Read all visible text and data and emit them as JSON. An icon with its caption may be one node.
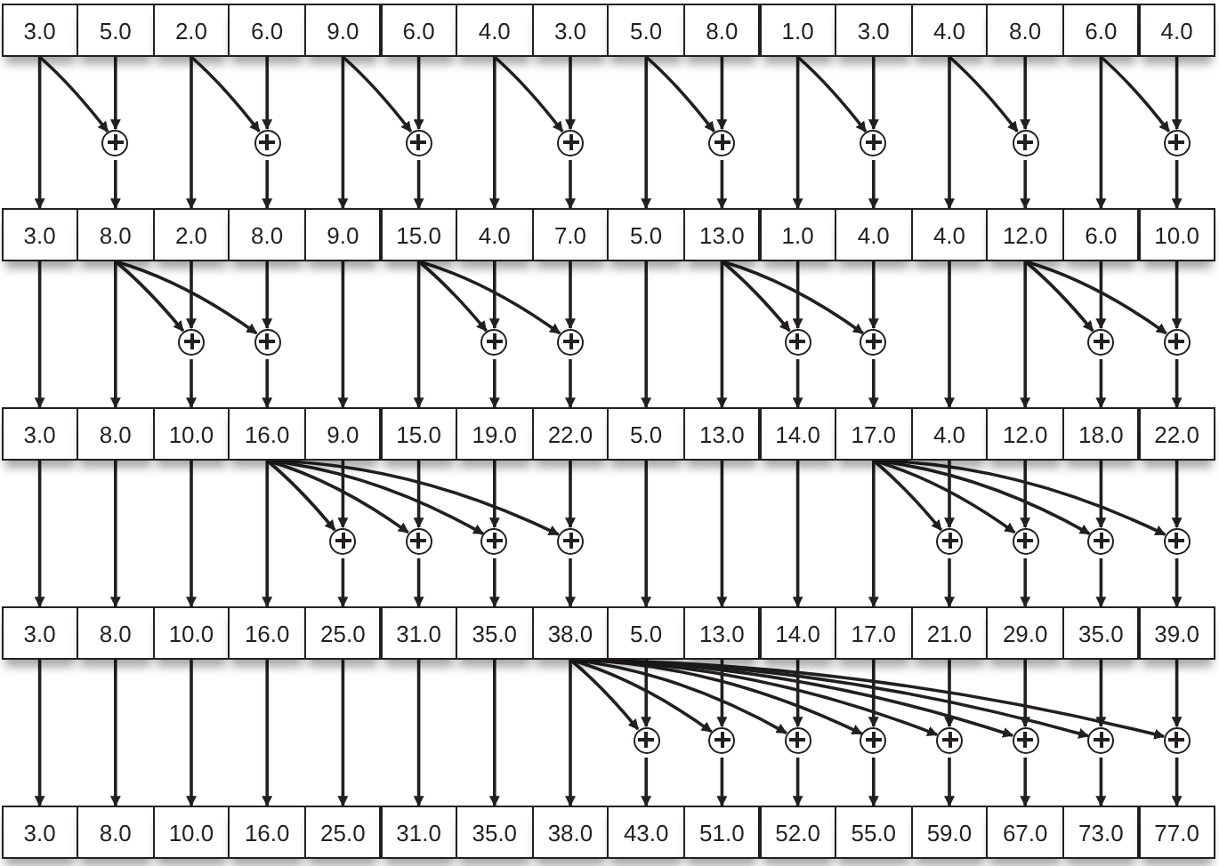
{
  "diagram": {
    "nodes": [
      {
        "text": [
          "3.0"
        ]
      },
      {
        "text": [
          "5.0"
        ]
      },
      {
        "text": [
          "2.0"
        ]
      },
      {
        "text": [
          "6.0"
        ]
      },
      {
        "text": [
          "9.0"
        ]
      },
      {
        "text": [
          "6.0"
        ]
      },
      {
        "text": [
          "4.0"
        ]
      },
      {
        "text": [
          "3.0"
        ]
      },
      {
        "text": [
          "5.0"
        ]
      },
      {
        "text": [
          "8.0"
        ]
      },
      {
        "text": [
          "1.0"
        ]
      },
      {
        "text": [
          "3.0"
        ]
      },
      {
        "text": [
          "4.0"
        ]
      },
      {
        "text": [
          "8.0"
        ]
      },
      {
        "text": [
          "6.0"
        ]
      },
      {
        "text": [
          "4.0"
        ]
      },
      {
        "text": [],
        "shape": "circle"
      },
      {
        "text": [],
        "shape": "circle"
      },
      {
        "text": [],
        "shape": "circle"
      },
      {
        "text": [],
        "shape": "circle"
      },
      {
        "text": [],
        "shape": "circle"
      },
      {
        "text": [],
        "shape": "circle"
      },
      {
        "text": [],
        "shape": "circle"
      },
      {
        "text": [],
        "shape": "circle"
      },
      {
        "text": [
          "3.0"
        ]
      },
      {
        "text": [
          "8.0"
        ]
      },
      {
        "text": [
          "2.0"
        ]
      },
      {
        "text": [
          "8.0"
        ]
      },
      {
        "text": [
          "9.0"
        ]
      },
      {
        "text": [
          "15.0"
        ]
      },
      {
        "text": [
          "4.0"
        ]
      },
      {
        "text": [
          "7.0"
        ]
      },
      {
        "text": [
          "5.0"
        ]
      },
      {
        "text": [
          "13.0"
        ]
      },
      {
        "text": [
          "1.0"
        ]
      },
      {
        "text": [
          "4.0"
        ]
      },
      {
        "text": [
          "4.0"
        ]
      },
      {
        "text": [
          "12.0"
        ]
      },
      {
        "text": [
          "6.0"
        ]
      },
      {
        "text": [
          "10.0"
        ]
      },
      {
        "text": [],
        "shape": "circle"
      },
      {
        "text": [],
        "shape": "circle"
      },
      {
        "text": [],
        "shape": "circle"
      },
      {
        "text": [],
        "shape": "circle"
      },
      {
        "text": [],
        "shape": "circle"
      },
      {
        "text": [],
        "shape": "circle"
      },
      {
        "text": [],
        "shape": "circle"
      },
      {
        "text": [],
        "shape": "circle"
      },
      {
        "text": [
          "3.0"
        ]
      },
      {
        "text": [
          "8.0"
        ]
      },
      {
        "text": [
          "10.0"
        ]
      },
      {
        "text": [
          "16.0"
        ]
      },
      {
        "text": [
          "9.0"
        ]
      },
      {
        "text": [
          "15.0"
        ]
      },
      {
        "text": [
          "19.0"
        ]
      },
      {
        "text": [
          "22.0"
        ]
      },
      {
        "text": [
          "5.0"
        ]
      },
      {
        "text": [
          "13.0"
        ]
      },
      {
        "text": [
          "14.0"
        ]
      },
      {
        "text": [
          "17.0"
        ]
      },
      {
        "text": [
          "4.0"
        ]
      },
      {
        "text": [
          "12.0"
        ]
      },
      {
        "text": [
          "18.0"
        ]
      },
      {
        "text": [
          "22.0"
        ]
      },
      {
        "text": [],
        "shape": "circle"
      },
      {
        "text": [],
        "shape": "circle"
      },
      {
        "text": [],
        "shape": "circle"
      },
      {
        "text": [],
        "shape": "circle"
      },
      {
        "text": [],
        "shape": "circle"
      },
      {
        "text": [],
        "shape": "circle"
      },
      {
        "text": [],
        "shape": "circle"
      },
      {
        "text": [],
        "shape": "circle"
      },
      {
        "text": [
          "3.0"
        ]
      },
      {
        "text": [
          "8.0"
        ]
      },
      {
        "text": [
          "10.0"
        ]
      },
      {
        "text": [
          "16.0"
        ]
      },
      {
        "text": [
          "25.0"
        ]
      },
      {
        "text": [
          "31.0"
        ]
      },
      {
        "text": [
          "35.0"
        ]
      },
      {
        "text": [
          "38.0"
        ]
      },
      {
        "text": [
          "5.0"
        ]
      },
      {
        "text": [
          "13.0"
        ]
      },
      {
        "text": [
          "14.0"
        ]
      },
      {
        "text": [
          "17.0"
        ]
      },
      {
        "text": [
          "21.0"
        ]
      },
      {
        "text": [
          "29.0"
        ]
      },
      {
        "text": [
          "35.0"
        ]
      },
      {
        "text": [
          "39.0"
        ]
      },
      {
        "text": [],
        "shape": "circle"
      },
      {
        "text": [],
        "shape": "circle"
      },
      {
        "text": [],
        "shape": "circle"
      },
      {
        "text": [],
        "shape": "circle"
      },
      {
        "text": [],
        "shape": "circle"
      },
      {
        "text": [],
        "shape": "circle"
      },
      {
        "text": [],
        "shape": "circle"
      },
      {
        "text": [],
        "shape": "circle"
      },
      {
        "text": [
          "3.0"
        ]
      },
      {
        "text": [
          "8.0"
        ]
      },
      {
        "text": [
          "10.0"
        ]
      },
      {
        "text": [
          "16.0"
        ]
      },
      {
        "text": [
          "25.0"
        ]
      },
      {
        "text": [
          "31.0"
        ]
      },
      {
        "text": [
          "35.0"
        ]
      },
      {
        "text": [
          "38.0"
        ]
      },
      {
        "text": [
          "43.0"
        ]
      },
      {
        "text": [
          "51.0"
        ]
      },
      {
        "text": [
          "52.0"
        ]
      },
      {
        "text": [
          "55.0"
        ]
      },
      {
        "text": [
          "59.0"
        ]
      },
      {
        "text": [
          "67.0"
        ]
      },
      {
        "text": [
          "73.0"
        ]
      },
      {
        "text": [
          "77.0"
        ]
      }
    ],
    "edges": [
      {
        "from": 0,
        "to": 24,
        "arrow": "to"
      },
      {
        "from": 0,
        "to": 16,
        "arrow": "to"
      },
      {
        "from": 1,
        "to": 16,
        "arrow": "to"
      },
      {
        "from": 16,
        "to": 25,
        "arrow": "to"
      },
      {
        "from": 2,
        "to": 26,
        "arrow": "to"
      },
      {
        "from": 2,
        "to": 17,
        "arrow": "to"
      },
      {
        "from": 3,
        "to": 17,
        "arrow": "to"
      },
      {
        "from": 17,
        "to": 27,
        "arrow": "to"
      },
      {
        "from": 4,
        "to": 28,
        "arrow": "to"
      },
      {
        "from": 4,
        "to": 18,
        "arrow": "to"
      },
      {
        "from": 5,
        "to": 18,
        "arrow": "to"
      },
      {
        "from": 18,
        "to": 29,
        "arrow": "to"
      },
      {
        "from": 6,
        "to": 30,
        "arrow": "to"
      },
      {
        "from": 6,
        "to": 19,
        "arrow": "to"
      },
      {
        "from": 7,
        "to": 19,
        "arrow": "to"
      },
      {
        "from": 19,
        "to": 31,
        "arrow": "to"
      },
      {
        "from": 8,
        "to": 32,
        "arrow": "to"
      },
      {
        "from": 8,
        "to": 20,
        "arrow": "to"
      },
      {
        "from": 9,
        "to": 20,
        "arrow": "to"
      },
      {
        "from": 20,
        "to": 33,
        "arrow": "to"
      },
      {
        "from": 10,
        "to": 34,
        "arrow": "to"
      },
      {
        "from": 10,
        "to": 21,
        "arrow": "to"
      },
      {
        "from": 11,
        "to": 21,
        "arrow": "to"
      },
      {
        "from": 21,
        "to": 35,
        "arrow": "to"
      },
      {
        "from": 12,
        "to": 36,
        "arrow": "to"
      },
      {
        "from": 12,
        "to": 22,
        "arrow": "to"
      },
      {
        "from": 13,
        "to": 22,
        "arrow": "to"
      },
      {
        "from": 22,
        "to": 37,
        "arrow": "to"
      },
      {
        "from": 14,
        "to": 38,
        "arrow": "to"
      },
      {
        "from": 14,
        "to": 23,
        "arrow": "to"
      },
      {
        "from": 15,
        "to": 23,
        "arrow": "to"
      },
      {
        "from": 23,
        "to": 39,
        "arrow": "to"
      },
      {
        "from": 24,
        "to": 48,
        "arrow": "to"
      },
      {
        "from": 25,
        "to": 49,
        "arrow": "to"
      },
      {
        "from": 25,
        "to": 40,
        "arrow": "to"
      },
      {
        "from": 26,
        "to": 40,
        "arrow": "to"
      },
      {
        "from": 40,
        "to": 50,
        "arrow": "to"
      },
      {
        "from": 25,
        "to": 41,
        "arrow": "to"
      },
      {
        "from": 27,
        "to": 41,
        "arrow": "to"
      },
      {
        "from": 41,
        "to": 51,
        "arrow": "to"
      },
      {
        "from": 28,
        "to": 52,
        "arrow": "to"
      },
      {
        "from": 29,
        "to": 53,
        "arrow": "to"
      },
      {
        "from": 29,
        "to": 42,
        "arrow": "to"
      },
      {
        "from": 30,
        "to": 42,
        "arrow": "to"
      },
      {
        "from": 42,
        "to": 54,
        "arrow": "to"
      },
      {
        "from": 29,
        "to": 43,
        "arrow": "to"
      },
      {
        "from": 31,
        "to": 43,
        "arrow": "to"
      },
      {
        "from": 43,
        "to": 55,
        "arrow": "to"
      },
      {
        "from": 32,
        "to": 56,
        "arrow": "to"
      },
      {
        "from": 33,
        "to": 57,
        "arrow": "to"
      },
      {
        "from": 33,
        "to": 44,
        "arrow": "to"
      },
      {
        "from": 34,
        "to": 44,
        "arrow": "to"
      },
      {
        "from": 44,
        "to": 58,
        "arrow": "to"
      },
      {
        "from": 33,
        "to": 45,
        "arrow": "to"
      },
      {
        "from": 35,
        "to": 45,
        "arrow": "to"
      },
      {
        "from": 45,
        "to": 59,
        "arrow": "to"
      },
      {
        "from": 36,
        "to": 60,
        "arrow": "to"
      },
      {
        "from": 37,
        "to": 61,
        "arrow": "to"
      },
      {
        "from": 37,
        "to": 46,
        "arrow": "to"
      },
      {
        "from": 38,
        "to": 46,
        "arrow": "to"
      },
      {
        "from": 46,
        "to": 62,
        "arrow": "to"
      },
      {
        "from": 37,
        "to": 47,
        "arrow": "to"
      },
      {
        "from": 39,
        "to": 47,
        "arrow": "to"
      },
      {
        "from": 47,
        "to": 63,
        "arrow": "to"
      },
      {
        "from": 48,
        "to": 72,
        "arrow": "to"
      },
      {
        "from": 49,
        "to": 73,
        "arrow": "to"
      },
      {
        "from": 50,
        "to": 74,
        "arrow": "to"
      },
      {
        "from": 51,
        "to": 75,
        "arrow": "to"
      },
      {
        "from": 51,
        "to": 64,
        "arrow": "to"
      },
      {
        "from": 52,
        "to": 64,
        "arrow": "to"
      },
      {
        "from": 64,
        "to": 76,
        "arrow": "to"
      },
      {
        "from": 51,
        "to": 65,
        "arrow": "to"
      },
      {
        "from": 53,
        "to": 65,
        "arrow": "to"
      },
      {
        "from": 65,
        "to": 77,
        "arrow": "to"
      },
      {
        "from": 51,
        "to": 66,
        "arrow": "to"
      },
      {
        "from": 54,
        "to": 66,
        "arrow": "to"
      },
      {
        "from": 66,
        "to": 78,
        "arrow": "to"
      },
      {
        "from": 51,
        "to": 67,
        "arrow": "to"
      },
      {
        "from": 55,
        "to": 67,
        "arrow": "to"
      },
      {
        "from": 67,
        "to": 79,
        "arrow": "to"
      },
      {
        "from": 56,
        "to": 80,
        "arrow": "to"
      },
      {
        "from": 57,
        "to": 81,
        "arrow": "to"
      },
      {
        "from": 58,
        "to": 82,
        "arrow": "to"
      },
      {
        "from": 59,
        "to": 83,
        "arrow": "to"
      },
      {
        "from": 59,
        "to": 68,
        "arrow": "to"
      },
      {
        "from": 60,
        "to": 68,
        "arrow": "to"
      },
      {
        "from": 68,
        "to": 84,
        "arrow": "to"
      },
      {
        "from": 59,
        "to": 69,
        "arrow": "to"
      },
      {
        "from": 61,
        "to": 69,
        "arrow": "to"
      },
      {
        "from": 69,
        "to": 85,
        "arrow": "to"
      },
      {
        "from": 59,
        "to": 70,
        "arrow": "to"
      },
      {
        "from": 62,
        "to": 70,
        "arrow": "to"
      },
      {
        "from": 70,
        "to": 86,
        "arrow": "to"
      },
      {
        "from": 59,
        "to": 71,
        "arrow": "to"
      },
      {
        "from": 63,
        "to": 71,
        "arrow": "to"
      },
      {
        "from": 71,
        "to": 87,
        "arrow": "to"
      },
      {
        "from": 72,
        "to": 96,
        "arrow": "to"
      },
      {
        "from": 73,
        "to": 97,
        "arrow": "to"
      },
      {
        "from": 74,
        "to": 98,
        "arrow": "to"
      },
      {
        "from": 75,
        "to": 99,
        "arrow": "to"
      },
      {
        "from": 76,
        "to": 100,
        "arrow": "to"
      },
      {
        "from": 77,
        "to": 101,
        "arrow": "to"
      },
      {
        "from": 78,
        "to": 102,
        "arrow": "to"
      },
      {
        "from": 79,
        "to": 103,
        "arrow": "to"
      },
      {
        "from": 79,
        "to": 88,
        "arrow": "to"
      },
      {
        "from": 80,
        "to": 88,
        "arrow": "to"
      },
      {
        "from": 88,
        "to": 104,
        "arrow": "to"
      },
      {
        "from": 79,
        "to": 89,
        "arrow": "to"
      },
      {
        "from": 81,
        "to": 89,
        "arrow": "to"
      },
      {
        "from": 89,
        "to": 105,
        "arrow": "to"
      },
      {
        "from": 79,
        "to": 90,
        "arrow": "to"
      },
      {
        "from": 82,
        "to": 90,
        "arrow": "to"
      },
      {
        "from": 90,
        "to": 106,
        "arrow": "to"
      },
      {
        "from": 79,
        "to": 91,
        "arrow": "to"
      },
      {
        "from": 83,
        "to": 91,
        "arrow": "to"
      },
      {
        "from": 91,
        "to": 107,
        "arrow": "to"
      },
      {
        "from": 79,
        "to": 92,
        "arrow": "to"
      },
      {
        "from": 84,
        "to": 92,
        "arrow": "to"
      },
      {
        "from": 92,
        "to": 108,
        "arrow": "to"
      },
      {
        "from": 79,
        "to": 93,
        "arrow": "to"
      },
      {
        "from": 85,
        "to": 93,
        "arrow": "to"
      },
      {
        "from": 93,
        "to": 109,
        "arrow": "to"
      },
      {
        "from": 79,
        "to": 94,
        "arrow": "to"
      },
      {
        "from": 86,
        "to": 94,
        "arrow": "to"
      },
      {
        "from": 94,
        "to": 110,
        "arrow": "to"
      },
      {
        "from": 79,
        "to": 95,
        "arrow": "to"
      },
      {
        "from": 87,
        "to": 95,
        "arrow": "to"
      },
      {
        "from": 95,
        "to": 111,
        "arrow": "to"
      }
    ]
  }
}
